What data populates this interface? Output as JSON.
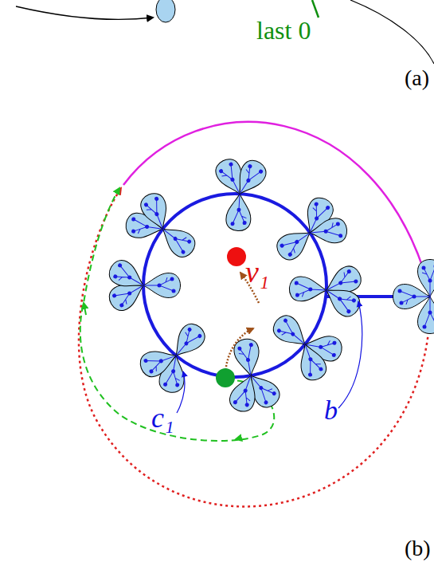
{
  "diagram": {
    "labels": [
      "last 0",
      "(a)",
      "v₁",
      "c₁",
      "b",
      "(b)"
    ]
  }
}
